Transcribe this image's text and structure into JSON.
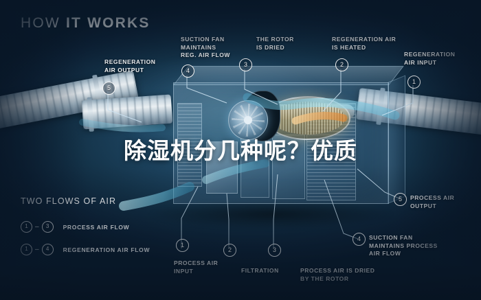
{
  "title": {
    "prefix": "HOW ",
    "emphasis": "IT WORKS"
  },
  "watermark": "除湿机分几种呢？优质",
  "callouts": [
    {
      "id": "1",
      "number": "1",
      "label": "REGENERATION\nAIR INPUT"
    },
    {
      "id": "2",
      "number": "2",
      "label": "REGENERATION AIR\nIS HEATED"
    },
    {
      "id": "3",
      "number": "3",
      "label": "THE ROTOR\nIS DRIED"
    },
    {
      "id": "4",
      "number": "4",
      "label": "SUCTION FAN\nMAINTAINS\nREG. AIR FLOW"
    },
    {
      "id": "5",
      "number": "5",
      "label": "REGENERATION\nAIR OUTPUT"
    },
    {
      "id": "6",
      "number": "1",
      "label": "PROCESS AIR\nINPUT"
    },
    {
      "id": "7",
      "number": "2",
      "label": "FILTRATION"
    },
    {
      "id": "8",
      "number": "3",
      "label": "PROCESS AIR IS DRIED\nBY THE ROTOR"
    },
    {
      "id": "9",
      "number": "4",
      "label": "SUCTION FAN\nMAINTAINS PROCESS\nAIR FLOW"
    },
    {
      "id": "10",
      "number": "5",
      "label": "PROCESS AIR\nOUTPUT"
    }
  ],
  "legend": {
    "title": "TWO FLOWS OF AIR",
    "rows": [
      {
        "from": "1",
        "dash": "–",
        "to": "3",
        "label": "PROCESS AIR FLOW"
      },
      {
        "from": "1",
        "dash": "–",
        "to": "4",
        "label": "REGENERATION AIR FLOW"
      }
    ]
  },
  "colors": {
    "process_flow": "#7fd4e8",
    "regeneration_flow": "#8fd8f0",
    "heat": "#f2a64b",
    "background": "#0e2133",
    "text": "#ffffff"
  }
}
